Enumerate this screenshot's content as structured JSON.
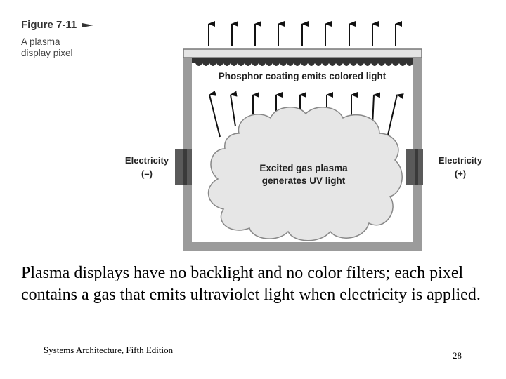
{
  "figure": {
    "title": "Figure 7-11",
    "caption_line1": "A plasma",
    "caption_line2": "display pixel"
  },
  "diagram": {
    "phosphor_label": "Phosphor coating emits colored light",
    "plasma_label_line1": "Excited gas plasma",
    "plasma_label_line2": "generates UV light",
    "left_electrode_label": "Electricity",
    "left_electrode_sign": "(–)",
    "right_electrode_label": "Electricity",
    "right_electrode_sign": "(+)"
  },
  "slide": {
    "body_text": "Plasma displays have no backlight and no color filters; each pixel contains a gas that emits ultraviolet light when electricity is applied.",
    "footer": "Systems Architecture, Fifth Edition",
    "page_number": "28"
  }
}
